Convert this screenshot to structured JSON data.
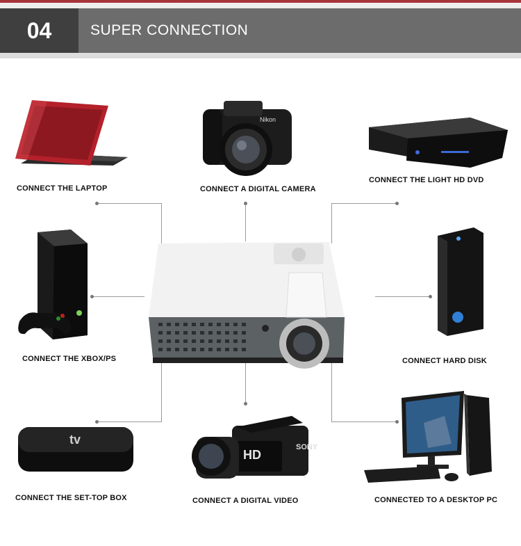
{
  "header": {
    "number": "04",
    "title": "SUPER CONNECTION"
  },
  "items": [
    {
      "label": "CONNECT THE LAPTOP"
    },
    {
      "label": "CONNECT A DIGITAL CAMERA"
    },
    {
      "label": "CONNECT THE LIGHT HD DVD"
    },
    {
      "label": "CONNECT THE XBOX/PS"
    },
    {
      "label": "CONNECT HARD DISK"
    },
    {
      "label": "CONNECT THE SET-TOP BOX"
    },
    {
      "label": "CONNECT A DIGITAL VIDEO"
    },
    {
      "label": "CONNECTED TO A DESKTOP PC"
    }
  ],
  "logos": {
    "camera": "Nikon",
    "tv": "tv",
    "camcorder_brand": "SONY",
    "camcorder_hd": "HD"
  },
  "colors": {
    "accent": "#a7343a",
    "header_dark": "#3f3f3f",
    "header_mid": "#6c6c6c",
    "laptop": "#b4212b"
  }
}
